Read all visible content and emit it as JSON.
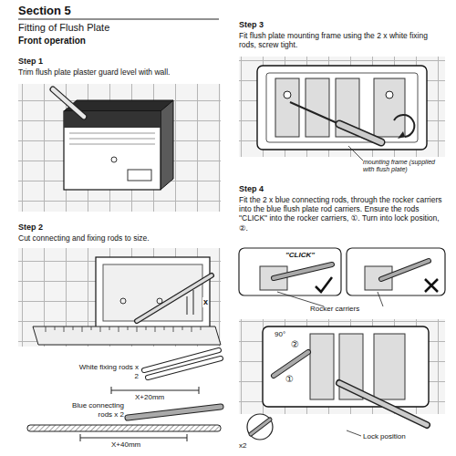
{
  "diagram": {
    "title": "Section 5",
    "labels": [
      "Fitting of Flush Plate",
      "Front operation",
      "Step 1",
      "Trim flush plate plaster guard level with wall.",
      "Step 2",
      "Cut connecting and fixing rods to size.",
      "x",
      "White fixing rods x 2",
      "X+20mm",
      "Blue connecting rods x 2",
      "X+40mm",
      "Step 3",
      "Fit flush plate mounting frame using the 2 x white fixing rods, screw tight.",
      "mounting frame (supplied with flush plate)",
      "Step 4",
      "Fit the 2 x blue connecting rods, through the rocker carriers into the blue flush plate rod carriers. Ensure the rods \"CLICK\" into the rocker carriers, ①. Turn into lock position, ②.",
      "\"CLICK\"",
      "Rocker carriers",
      "90°",
      "①",
      "②",
      "x2",
      "Lock position"
    ]
  }
}
